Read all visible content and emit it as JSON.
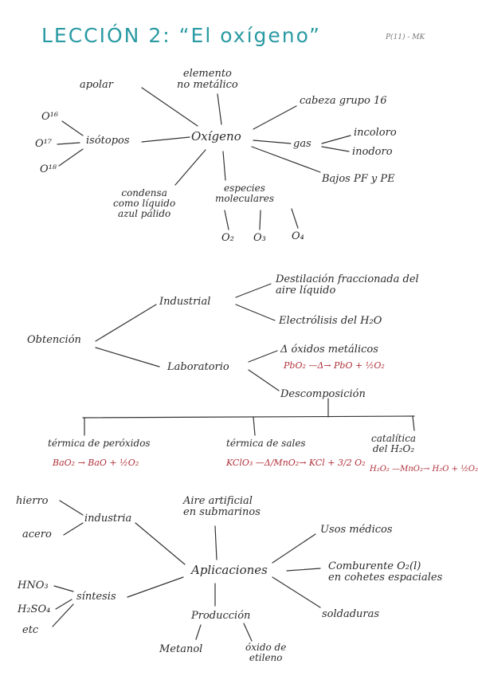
{
  "title": "LECCIÓN 2: “El oxígeno”",
  "title_note": "P(11) - MK",
  "section1": {
    "center": "Oxígeno",
    "apolar": "apolar",
    "elemento": "elemento\nno metálico",
    "cabeza": "cabeza grupo 16",
    "gas": "gas",
    "incoloro": "incoloro",
    "inodoro": "inodoro",
    "bajos": "Bajos PF y PE",
    "isotopos": "isótopos",
    "o16": "O¹⁶",
    "o17": "O¹⁷",
    "o18": "O¹⁸",
    "condensa": "condensa\ncomo líquido\nazul pálido",
    "especies": "especies\nmoleculares",
    "o2": "O₂",
    "o3": "O₃",
    "o4": "O₄"
  },
  "section2": {
    "obtencion": "Obtención",
    "industrial": "Industrial",
    "destilacion": "Destilación fraccionada del\naire líquido",
    "electrolisis": "Electrólisis del H₂O",
    "laboratorio": "Laboratorio",
    "oxidos": "Δ óxidos metálicos",
    "reaccion_pbo2": "PbO₂ —Δ→ PbO + ½O₂",
    "descomposicion": "Descomposición",
    "termica_peroxidos": "térmica de peróxidos",
    "reaccion_bao2": "BaO₂ → BaO + ½O₂",
    "termica_sales": "térmica de sales",
    "reaccion_kclo3": "KClO₃ —Δ/MnO₂→ KCl + 3/2 O₂",
    "catalitica": "catalítica\ndel H₂O₂",
    "reaccion_h2o2": "H₂O₂ —MnO₂→ H₂O + ½O₂"
  },
  "section3": {
    "aplicaciones": "Aplicaciones",
    "aire": "Aire artificial\nen submarinos",
    "usos": "Usos médicos",
    "comburente": "Comburente O₂(l)\nen cohetes espaciales",
    "soldaduras": "soldaduras",
    "industria": "industria",
    "hierro": "hierro",
    "acero": "acero",
    "sintesis": "síntesis",
    "hno3": "HNO₃",
    "h2so4": "H₂SO₄",
    "etc": "etc",
    "produccion": "Producción",
    "metanol": "Metanol",
    "oxido_etileno": "óxido de\netileno"
  }
}
